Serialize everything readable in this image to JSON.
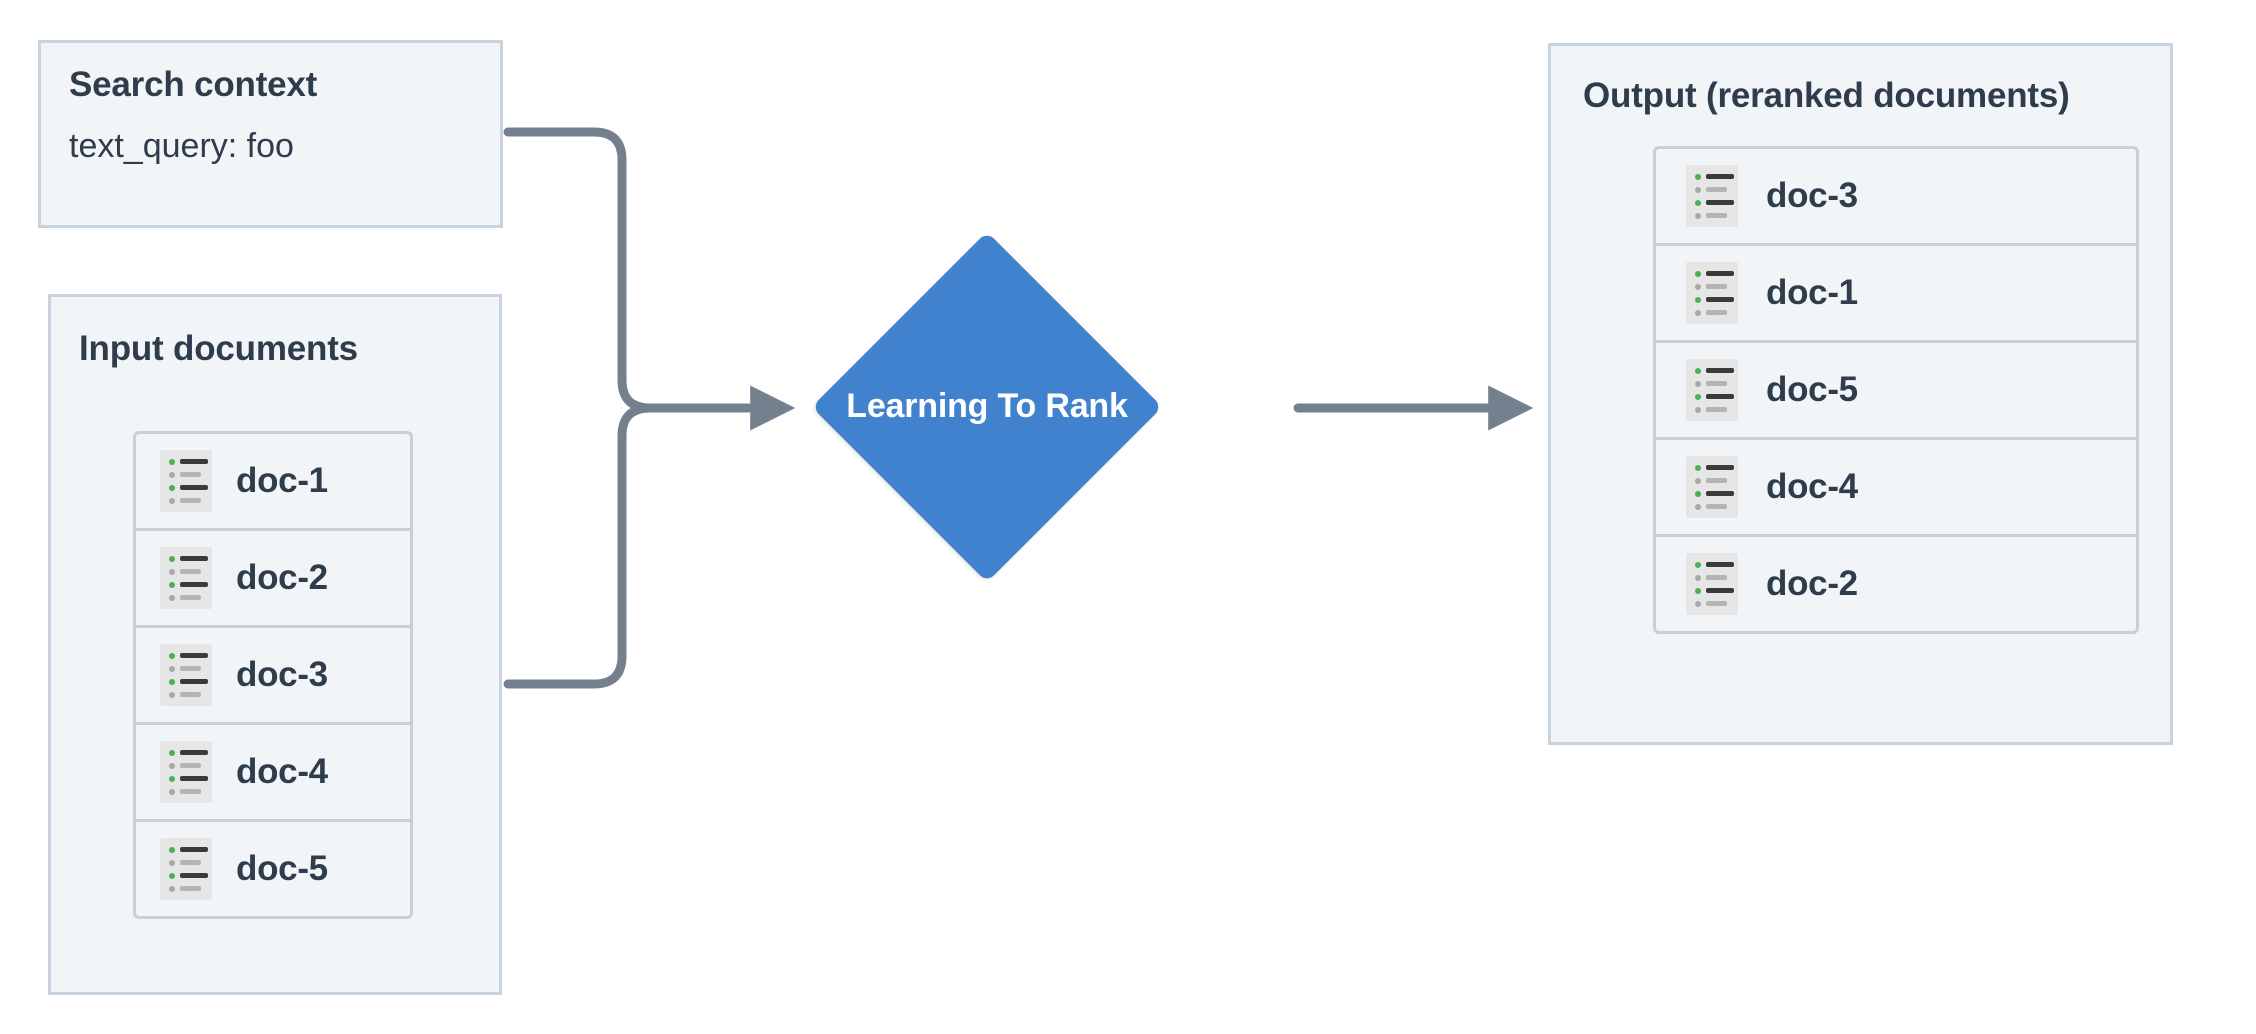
{
  "diagram": {
    "title": "Learning To Rank reranking flow",
    "colors": {
      "panel_fill": "#f2f5f7",
      "panel_border": "#c8d3dd",
      "row_border": "#c5d0da",
      "text": "#2f3c4c",
      "node_blue": "#4182ce",
      "connector_gray": "#75808f",
      "icon_bg": "#e6e6e6",
      "icon_green": "#4caf50",
      "icon_gray": "#a8a8a8"
    }
  },
  "search_context": {
    "title": "Search context",
    "query_label": "text_query: foo"
  },
  "input": {
    "title": "Input documents",
    "documents": [
      {
        "label": "doc-1",
        "icon": "document-list-icon"
      },
      {
        "label": "doc-2",
        "icon": "document-list-icon"
      },
      {
        "label": "doc-3",
        "icon": "document-list-icon"
      },
      {
        "label": "doc-4",
        "icon": "document-list-icon"
      },
      {
        "label": "doc-5",
        "icon": "document-list-icon"
      }
    ]
  },
  "process": {
    "label": "Learning To Rank",
    "shape": "diamond"
  },
  "output": {
    "title": "Output (reranked documents)",
    "documents": [
      {
        "label": "doc-3",
        "icon": "document-list-icon"
      },
      {
        "label": "doc-1",
        "icon": "document-list-icon"
      },
      {
        "label": "doc-5",
        "icon": "document-list-icon"
      },
      {
        "label": "doc-4",
        "icon": "document-list-icon"
      },
      {
        "label": "doc-2",
        "icon": "document-list-icon"
      }
    ]
  },
  "connectors": [
    {
      "name": "search-context-to-ltr",
      "from": "search_context",
      "to": "process",
      "style": "elbow-arrow"
    },
    {
      "name": "input-documents-to-ltr",
      "from": "input",
      "to": "process",
      "style": "elbow-arrow"
    },
    {
      "name": "ltr-to-output",
      "from": "process",
      "to": "output",
      "style": "straight-arrow"
    }
  ]
}
